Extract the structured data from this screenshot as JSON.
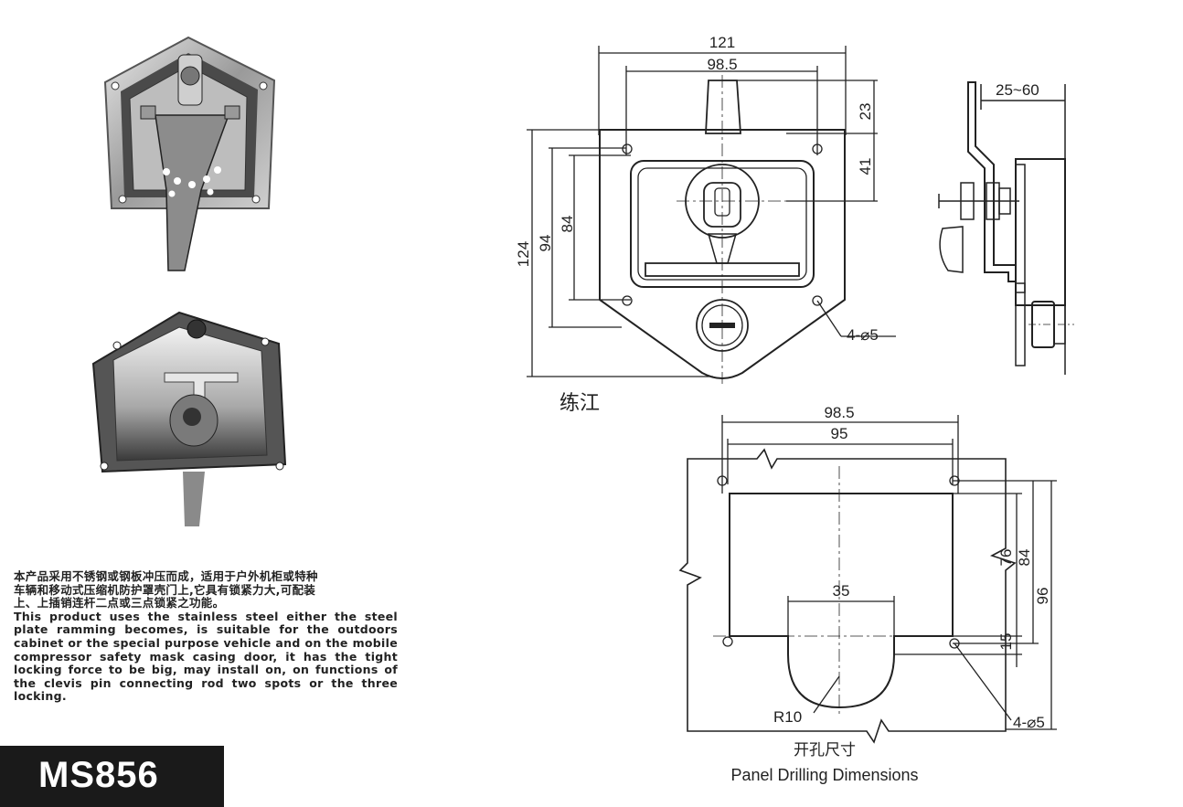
{
  "description": {
    "cn_line1": "本产品采用不锈钢或钢板冲压而成，适用于户外机柜或特种",
    "cn_line2": "车辆和移动式压缩机防护罩壳门上,它具有锁紧力大,可配装",
    "cn_line3": "上、上插销连杆二点或三点锁紧之功能。",
    "en": "This product uses the stainless steel either the steel plate ramming becomes, is suitable for the outdoors cabinet or the special purpose vehicle and on the mobile compressor safety mask casing door, it has the tight locking force to be big, may install on, on functions of the clevis pin connecting rod two spots or the three locking."
  },
  "model": "MS856",
  "front_drawing": {
    "dim_width_outer": "121",
    "dim_width_inner": "98.5",
    "dim_top": "23",
    "dim_upper": "41",
    "dim_h_outer": "124",
    "dim_h_mid": "94",
    "dim_h_inner": "84",
    "holes": "4-⌀5",
    "handwritten": "练江"
  },
  "side_drawing": {
    "dim_thickness": "25~60"
  },
  "cutout_drawing": {
    "dim_w_outer": "98.5",
    "dim_w_inner": "95",
    "dim_tongue": "35",
    "dim_h76": "76",
    "dim_h84": "84",
    "dim_h96": "96",
    "dim_h15": "15",
    "radius": "R10",
    "holes": "4-⌀5",
    "title_cn": "开孔尺寸",
    "title_en": "Panel Drilling Dimensions"
  }
}
